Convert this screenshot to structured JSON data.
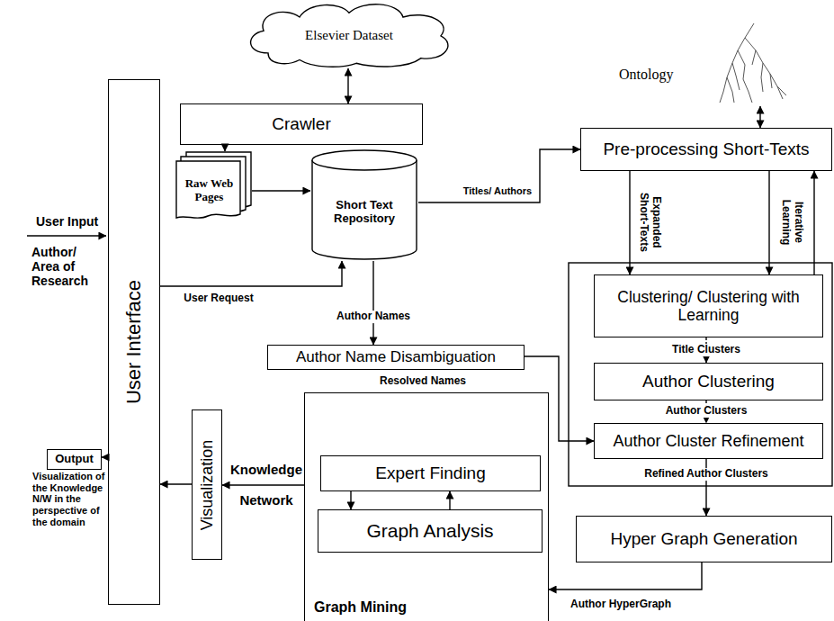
{
  "diagram": {
    "nodes": [
      {
        "text": [
          "Elsevier Dataset"
        ]
      },
      {
        "text": [
          "Crawler"
        ]
      },
      {
        "text": [
          "Raw Web Pages"
        ]
      },
      {
        "text": [
          "Short Text Repository"
        ]
      },
      {
        "text": [
          "User Interface"
        ]
      },
      {
        "text": [
          "Ontology"
        ]
      },
      {
        "text": [
          "Pre-processing Short-Texts"
        ]
      },
      {
        "text": [
          "Clustering/ Clustering with Learning"
        ]
      },
      {
        "text": [
          "Author Clustering"
        ]
      },
      {
        "text": [
          "Author Cluster Refinement"
        ]
      },
      {
        "text": [
          "Author Name Disambiguation"
        ]
      },
      {
        "text": [
          "Graph Mining"
        ]
      },
      {
        "text": [
          "Expert Finding"
        ],
        "in": 11
      },
      {
        "text": [
          "Graph Analysis"
        ],
        "in": 11
      },
      {
        "text": [
          "Hyper Graph Generation"
        ]
      },
      {
        "text": [
          "Visualization"
        ]
      },
      {
        "text": [
          "Output"
        ]
      }
    ],
    "edges": [
      {
        "from": 0,
        "to": 1,
        "arrow": "both"
      },
      {
        "from": 1,
        "to": 2,
        "arrow": "to"
      },
      {
        "from": 2,
        "to": 3,
        "arrow": "to"
      },
      {
        "from": 4,
        "to": 3,
        "label": "User Request",
        "arrow": "to"
      },
      {
        "from": 3,
        "to": 6,
        "label": "Titles/ Authors",
        "arrow": "to"
      },
      {
        "from": 5,
        "to": 6,
        "arrow": "both"
      },
      {
        "from": 6,
        "to": 7,
        "label": "Expanded Short-Texts",
        "arrow": "to"
      },
      {
        "from": 6,
        "to": 7,
        "arrow": "to"
      },
      {
        "from": 7,
        "to": 6,
        "label": "Iterative Learning",
        "arrow": "to"
      },
      {
        "from": 7,
        "to": 8,
        "label": "Title Clusters",
        "arrow": "to"
      },
      {
        "from": 8,
        "to": 9,
        "label": "Author Clusters",
        "arrow": "to"
      },
      {
        "from": 3,
        "to": 10,
        "label": "Author Names",
        "arrow": "to"
      },
      {
        "from": 10,
        "to": 9,
        "label": "Resolved Names",
        "arrow": "to"
      },
      {
        "from": 9,
        "to": 14,
        "label": "Refined Author Clusters",
        "arrow": "to"
      },
      {
        "from": 14,
        "to": 11,
        "label": "Author HyperGraph",
        "arrow": "to"
      },
      {
        "from": 12,
        "to": 13,
        "arrow": "to"
      },
      {
        "from": 13,
        "to": 12,
        "arrow": "to"
      },
      {
        "from": 11,
        "to": 15,
        "label": "Knowledge Network",
        "arrow": "to"
      },
      {
        "from": 15,
        "to": 4,
        "arrow": "to"
      },
      {
        "from": 4,
        "to": 16,
        "arrow": "to"
      }
    ],
    "labels": [
      "User Input",
      "Author/ Area of Research",
      "Visualization of the Knowledge N/W in the perspective of the domain"
    ]
  }
}
